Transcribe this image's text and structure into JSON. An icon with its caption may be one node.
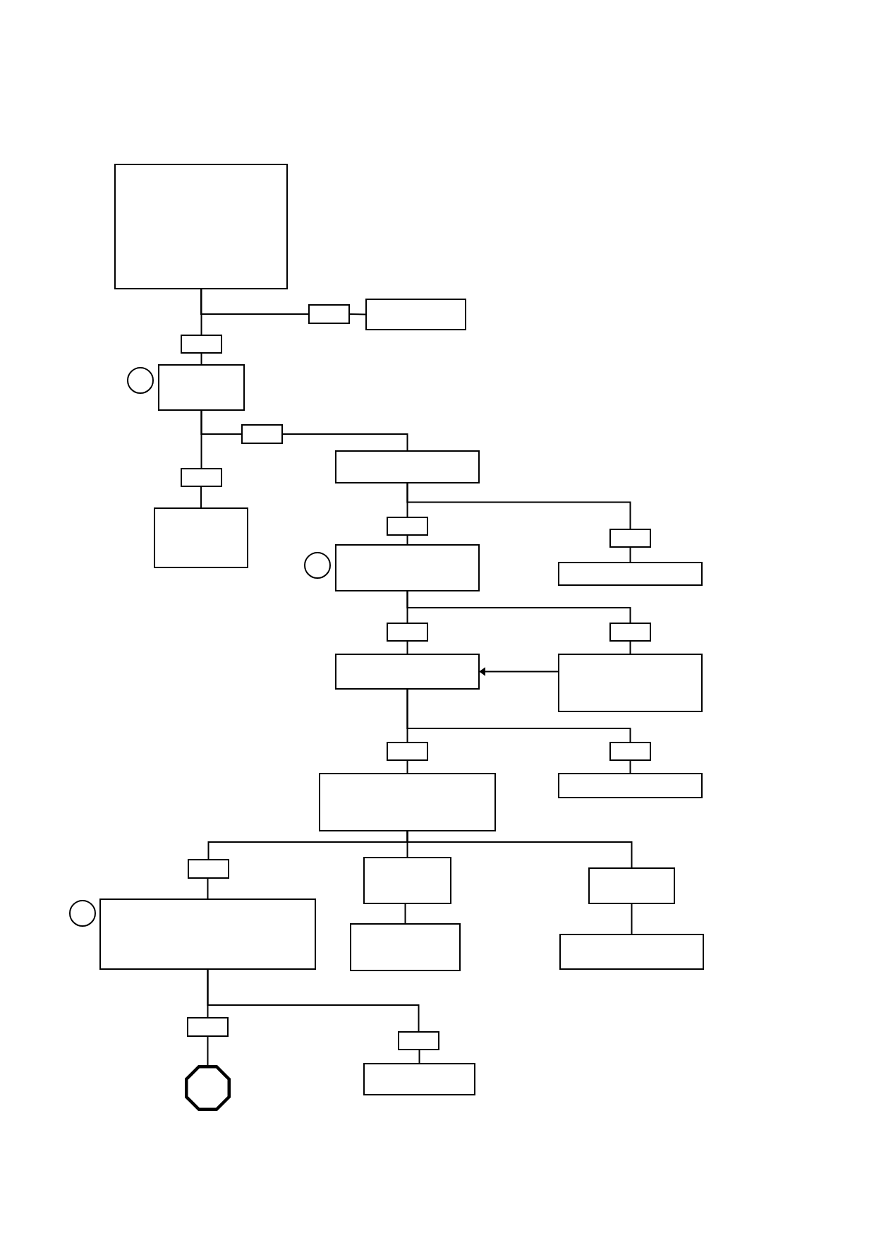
{
  "diagram": {
    "nodes": [
      {
        "text": [],
        "shape": "box"
      },
      {
        "text": [],
        "shape": "box"
      },
      {
        "text": [],
        "shape": "box"
      },
      {
        "text": [],
        "shape": "box"
      },
      {
        "text": [],
        "shape": "circle"
      },
      {
        "text": [],
        "shape": "box"
      },
      {
        "text": [],
        "shape": "box"
      },
      {
        "text": [],
        "shape": "box"
      },
      {
        "text": [],
        "shape": "box"
      },
      {
        "text": [],
        "shape": "box"
      },
      {
        "text": [],
        "shape": "box"
      },
      {
        "text": [],
        "shape": "box"
      },
      {
        "text": [],
        "shape": "circle"
      },
      {
        "text": [],
        "shape": "box"
      },
      {
        "text": [],
        "shape": "box"
      },
      {
        "text": [],
        "shape": "box"
      },
      {
        "text": [],
        "shape": "box"
      },
      {
        "text": [],
        "shape": "box"
      },
      {
        "text": [],
        "shape": "box"
      },
      {
        "text": [],
        "shape": "box"
      },
      {
        "text": [],
        "shape": "box"
      },
      {
        "text": [],
        "shape": "box"
      },
      {
        "text": [],
        "shape": "box"
      },
      {
        "text": [],
        "shape": "box"
      },
      {
        "text": [],
        "shape": "box"
      },
      {
        "text": [],
        "shape": "box"
      },
      {
        "text": [],
        "shape": "circle"
      },
      {
        "text": [],
        "shape": "box"
      },
      {
        "text": [],
        "shape": "box"
      },
      {
        "text": [],
        "shape": "box"
      },
      {
        "text": [],
        "shape": "box"
      },
      {
        "text": [],
        "shape": "box"
      },
      {
        "text": [],
        "shape": "octagon"
      },
      {
        "text": [],
        "shape": "box"
      }
    ],
    "edges": [
      {
        "from": 0,
        "to": 1,
        "arrow": "none"
      },
      {
        "from": 0,
        "to": 3,
        "arrow": "none"
      },
      {
        "from": 1,
        "to": 2,
        "arrow": "none"
      },
      {
        "from": 3,
        "to": 5,
        "arrow": "none"
      },
      {
        "from": 5,
        "to": 6,
        "arrow": "none"
      },
      {
        "from": 5,
        "to": 8,
        "arrow": "none"
      },
      {
        "from": 6,
        "to": 7,
        "arrow": "none"
      },
      {
        "from": 8,
        "to": 9,
        "arrow": "none"
      },
      {
        "from": 7,
        "to": 10,
        "arrow": "none"
      },
      {
        "from": 7,
        "to": 11,
        "arrow": "none"
      },
      {
        "from": 10,
        "to": 13,
        "arrow": "none"
      },
      {
        "from": 11,
        "to": 14,
        "arrow": "none"
      },
      {
        "from": 13,
        "to": 15,
        "arrow": "none"
      },
      {
        "from": 13,
        "to": 16,
        "arrow": "none"
      },
      {
        "from": 15,
        "to": 17,
        "arrow": "none"
      },
      {
        "from": 16,
        "to": 18,
        "arrow": "none"
      },
      {
        "from": 18,
        "to": 17,
        "arrow": "to"
      },
      {
        "from": 17,
        "to": 19,
        "arrow": "none"
      },
      {
        "from": 17,
        "to": 20,
        "arrow": "none"
      },
      {
        "from": 19,
        "to": 21,
        "arrow": "none"
      },
      {
        "from": 20,
        "to": 22,
        "arrow": "none"
      },
      {
        "from": 21,
        "to": 23,
        "arrow": "none"
      },
      {
        "from": 21,
        "to": 24,
        "arrow": "none"
      },
      {
        "from": 21,
        "to": 25,
        "arrow": "none"
      },
      {
        "from": 23,
        "to": 27,
        "arrow": "none"
      },
      {
        "from": 24,
        "to": 28,
        "arrow": "none"
      },
      {
        "from": 25,
        "to": 29,
        "arrow": "none"
      },
      {
        "from": 27,
        "to": 30,
        "arrow": "none"
      },
      {
        "from": 27,
        "to": 31,
        "arrow": "none"
      },
      {
        "from": 30,
        "to": 32,
        "arrow": "none"
      },
      {
        "from": 31,
        "to": 33,
        "arrow": "none"
      }
    ]
  }
}
